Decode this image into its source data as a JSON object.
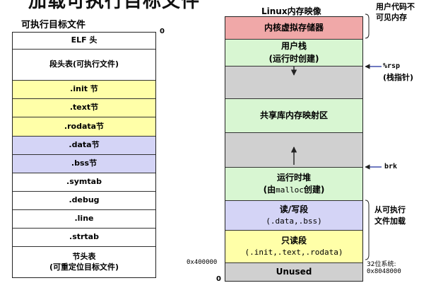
{
  "top_banner": "加载可执行目标文件",
  "left": {
    "title": "可执行目标文件",
    "offset_zero": "0",
    "rows": [
      {
        "label": "ELF 头",
        "color": "#ffffff"
      },
      {
        "label": "段头表(可执行文件)",
        "color": "#ffffff"
      },
      {
        "label": ".init 节",
        "color": "#ffffa8"
      },
      {
        "label": ".text节",
        "color": "#ffffa8"
      },
      {
        "label": ".rodata节",
        "color": "#ffffa8"
      },
      {
        "label": ".data节",
        "color": "#d4d4f6"
      },
      {
        "label": ".bss节",
        "color": "#d4d4f6"
      },
      {
        "label": ".symtab",
        "color": "#ffffff"
      },
      {
        "label": ".debug",
        "color": "#ffffff"
      },
      {
        "label": ".line",
        "color": "#ffffff"
      },
      {
        "label": ".strtab",
        "color": "#ffffff"
      },
      {
        "label": "节头表",
        "label2": "(可重定位目标文件)",
        "color": "#ffffff"
      }
    ]
  },
  "right": {
    "title": "Linux内存映像",
    "rows": {
      "kernel": {
        "label": "内核虚拟存储器",
        "color": "#f0a8a8"
      },
      "stack": {
        "label": "用户栈",
        "label2": "(运行时创建)",
        "color": "#d8f6d2"
      },
      "gap1": {
        "color": "#d0d0d0"
      },
      "shared": {
        "label": "共享库内存映射区",
        "color": "#d8f6d2"
      },
      "gap2": {
        "color": "#d0d0d0"
      },
      "heap": {
        "label": "运行时堆",
        "label2_pre": "(由",
        "label2_mono": "malloc",
        "label2_post": "创建)",
        "color": "#d8f6d2"
      },
      "rw": {
        "label": "读/写段",
        "label2": "(.data,.bss)",
        "color": "#d4d4f6"
      },
      "ro": {
        "label": "只读段",
        "label2": "(.init,.text,.rodata)",
        "color": "#ffffa8"
      },
      "unused": {
        "label": "Unused",
        "color": "#d0d0d0"
      }
    }
  },
  "annotations": {
    "user_invisible_1": "用户代码不",
    "user_invisible_2": "可见内存",
    "rsp": "%rsp",
    "rsp_note": "(栈指针)",
    "brk": "brk",
    "loaded_1": "从可执行",
    "loaded_2": "文件加载",
    "addr_400000": "0x400000",
    "bit32_label": "32位系统:",
    "addr_8048000": "0x8048000",
    "bottom_zero": "0"
  }
}
